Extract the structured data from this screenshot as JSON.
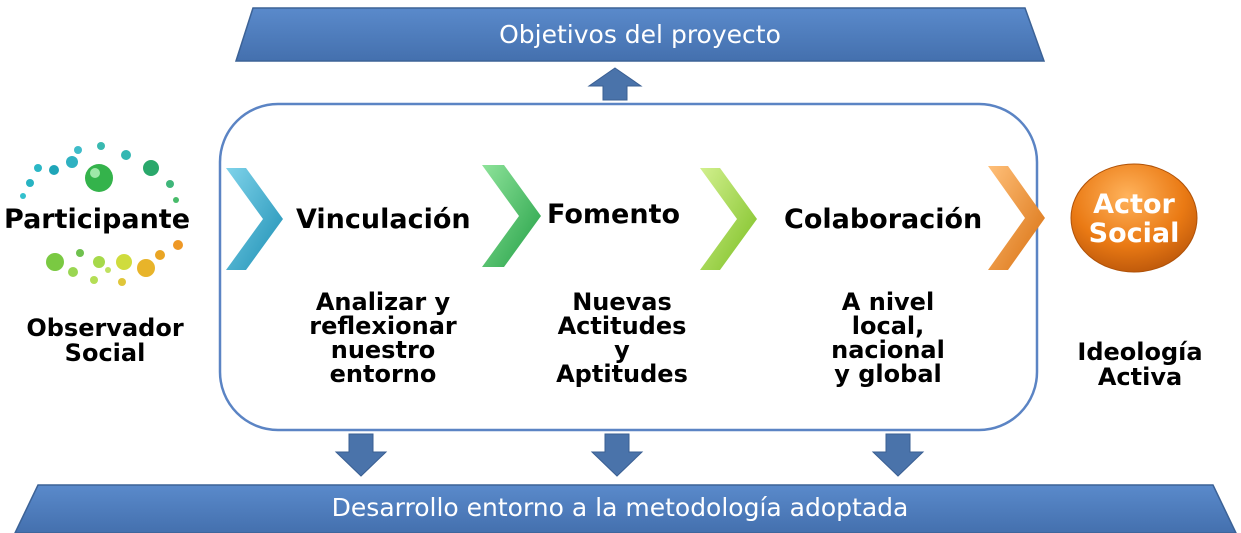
{
  "top_banner": {
    "label": "Objetivos del proyecto"
  },
  "bottom_banner": {
    "label": "Desarrollo entorno a la metodología adoptada"
  },
  "left": {
    "title": "Participante",
    "subtitle_lines": [
      "Observador",
      "Social"
    ]
  },
  "right": {
    "badge_lines": [
      "Actor",
      "Social"
    ],
    "subtitle_lines": [
      "Ideología",
      "Activa"
    ]
  },
  "stages": [
    {
      "title": "Vinculación",
      "detail_lines": [
        "Analizar y",
        "reflexionar",
        "nuestro",
        "entorno"
      ]
    },
    {
      "title": "Fomento",
      "detail_lines": [
        "Nuevas",
        "Actitudes",
        "y",
        "Aptitudes"
      ]
    },
    {
      "title": "Colaboración",
      "detail_lines": [
        "A nivel",
        "local,",
        "nacional",
        "y global"
      ]
    }
  ],
  "colors": {
    "banner": "#4f7fbf",
    "arrow_blue": "#4a73aa",
    "box_border": "#5b84c4",
    "chevron_1": "#2ea9c9",
    "chevron_2": "#3dbb57",
    "chevron_3": "#8ccc30",
    "chevron_4": "#e8851c",
    "badge": "#e87511"
  }
}
